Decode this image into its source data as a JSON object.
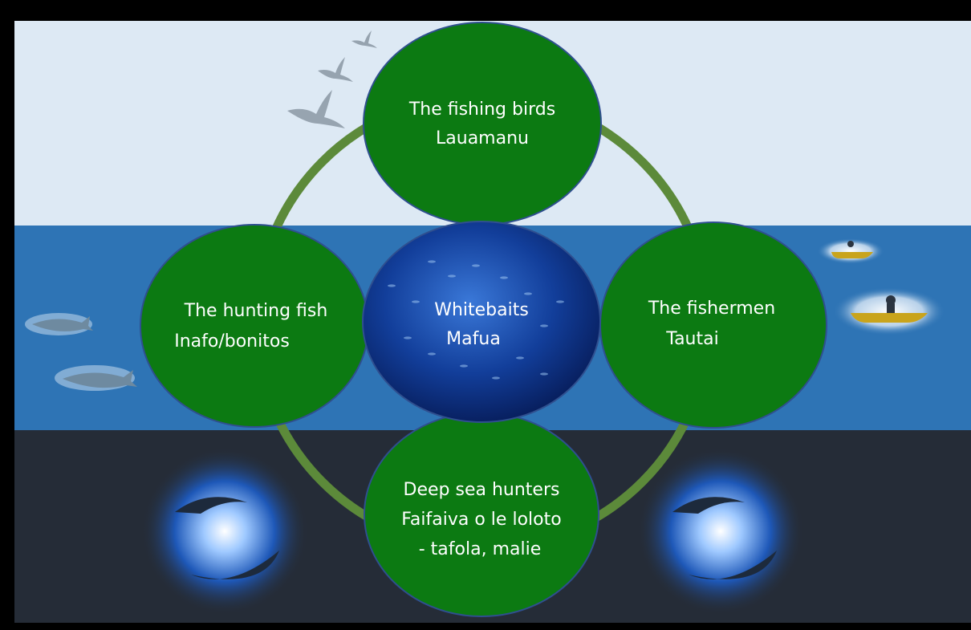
{
  "diagram": {
    "center": {
      "line1": "Whitebaits",
      "line2": "Mafua"
    },
    "top": {
      "line1": "The fishing birds",
      "line2": "Lauamanu"
    },
    "left": {
      "line1": "The hunting fish",
      "line2": "Inafo/bonitos"
    },
    "right": {
      "line1": "The fishermen",
      "line2": "Tautai"
    },
    "bottom": {
      "line1": "Deep sea hunters",
      "line2": "Faifaiva o le loloto",
      "line3": "- tafola, malie"
    }
  },
  "colors": {
    "sky": "#dde9f4",
    "sea": "#2e74b5",
    "deep": "#252c37",
    "node_fill": "#0c7a12",
    "node_stroke": "#2f4f8f",
    "ring": "#5c8a3a"
  }
}
